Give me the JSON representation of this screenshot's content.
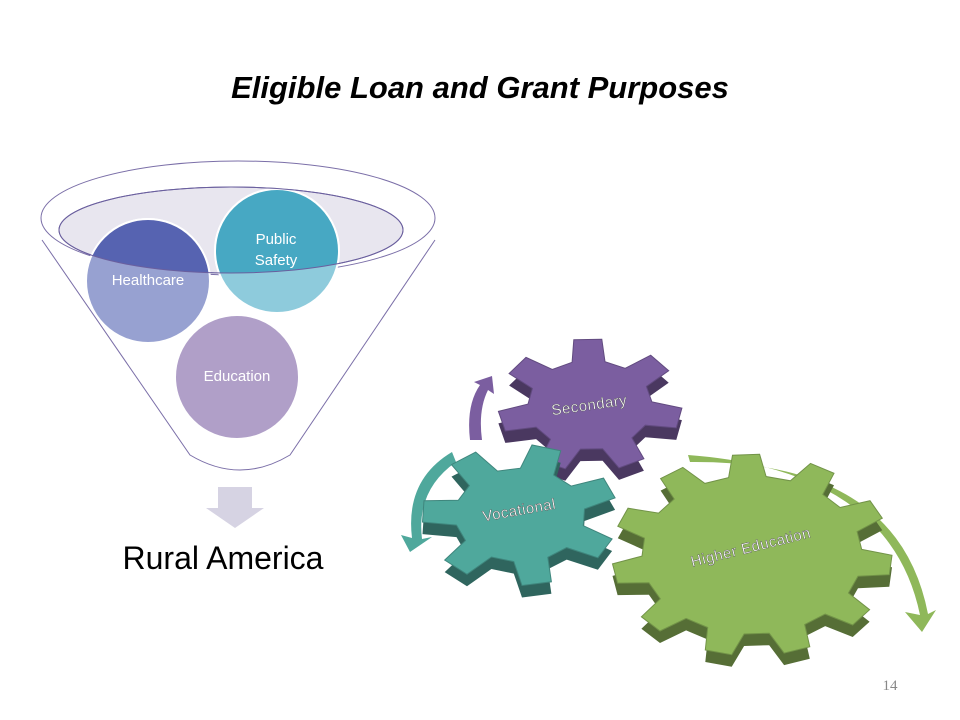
{
  "title": "Eligible Loan and Grant Purposes",
  "funnel": {
    "items": [
      "Healthcare",
      "Public Safety",
      "Education"
    ],
    "public_safety_lines": [
      "Public",
      "Safety"
    ],
    "output": "Rural America"
  },
  "gears": {
    "items": [
      "Secondary",
      "Vocational",
      "Higher Education"
    ],
    "colors": {
      "secondary": "#7b5ea0",
      "vocational": "#4fa89c",
      "higher": "#8fb85a"
    }
  },
  "page_number": "14"
}
